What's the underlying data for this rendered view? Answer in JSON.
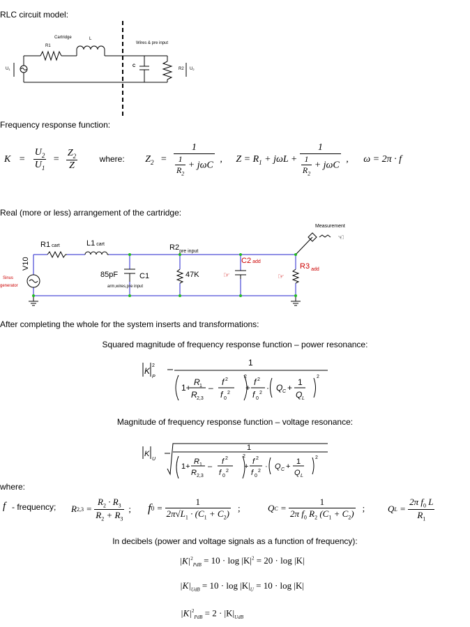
{
  "sec1_title": "RLC circuit model:",
  "fig1": {
    "cartridge": "Cartridge",
    "r1": "R1",
    "l": "L",
    "wires": "Wires & pre input",
    "c": "C",
    "r2": "R2",
    "u1": "U",
    "u1_sub": "1",
    "u2": "U",
    "u2_sub": "2"
  },
  "sec2_title": "Frequency response function:",
  "eq1": {
    "k": "K",
    "where": "where:",
    "omega": "ω = 2π · f"
  },
  "sec3_title": "Real (more or less) arrangement of the cartridge:",
  "fig2": {
    "measurement": "Measurement",
    "r1": "R1",
    "r1_sub": "cart",
    "l1": "L1",
    "l1_sub": "cart",
    "r2": "R2",
    "r2_sub": "pre input",
    "c2": "C2",
    "c2_sub": "add",
    "r3": "R3",
    "r3_sub": "add",
    "v10": "V10",
    "sinus": "Sinus",
    "generator": "generator",
    "pf85": "85pF",
    "c1": "C1",
    "c1_note": "arm,wires,pre input",
    "k47": "47K"
  },
  "sec4_title": "After completing the whole for the system inserts and transformations:",
  "power_title": "Squared magnitude of frequency response function – power resonance:",
  "voltage_title": "Magnitude of frequency response function – voltage resonance:",
  "where_label": "where:",
  "freq_label": "- frequency;",
  "db_title": "In decibels (power and voltage signals as a function of frequency):"
}
